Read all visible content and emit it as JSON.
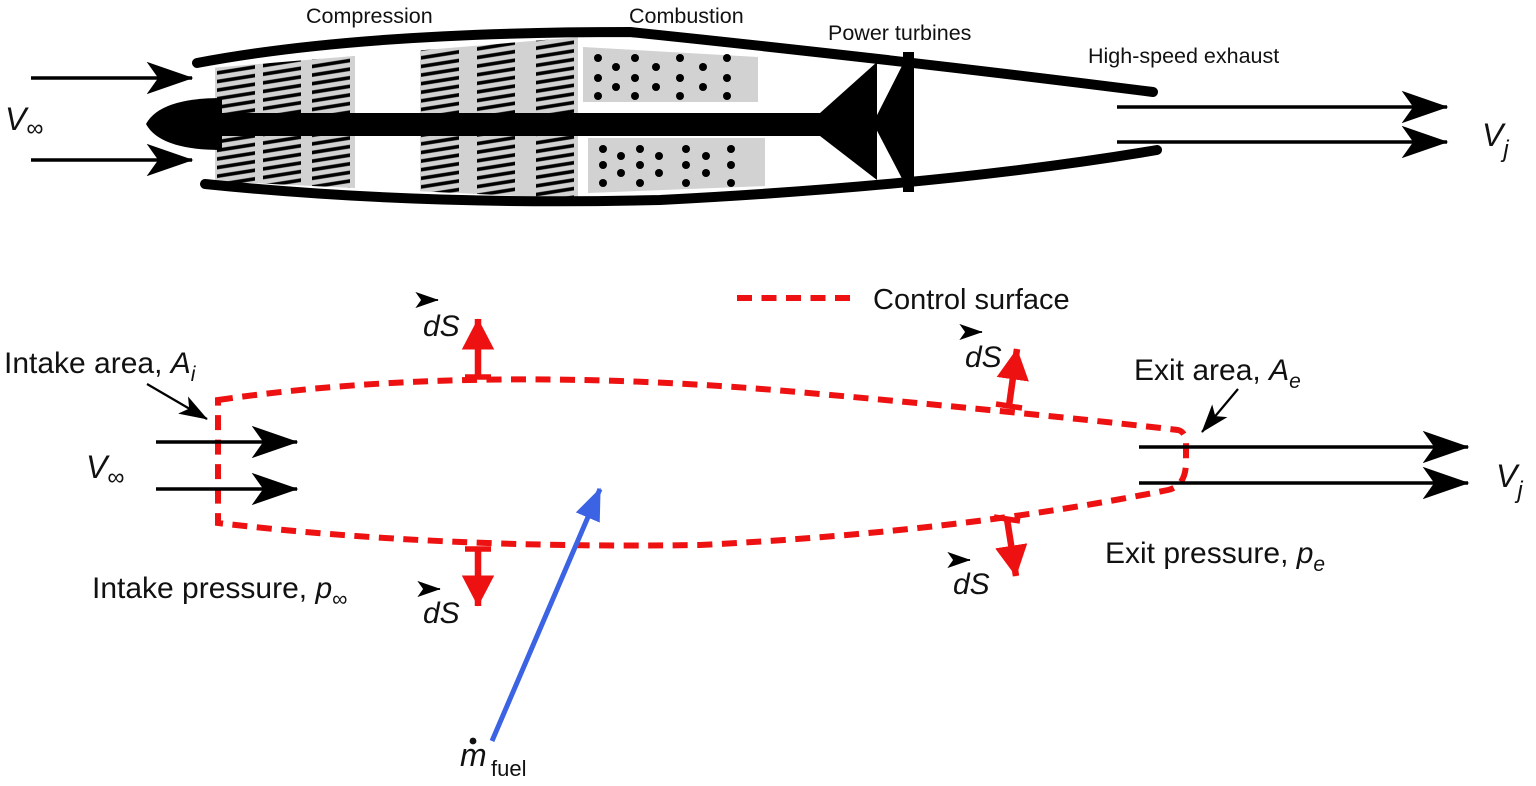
{
  "engine": {
    "labels": {
      "compression": "Compression",
      "combustion": "Combustion",
      "power_turbines": "Power turbines",
      "high_speed_exhaust": "High-speed exhaust"
    },
    "v_infinity": {
      "base": "V",
      "sub": "∞"
    },
    "v_jet": {
      "base": "V",
      "sub": "j"
    }
  },
  "control_volume": {
    "legend": {
      "label": "Control surface"
    },
    "ds_label": {
      "base": "dS"
    },
    "intake_area": {
      "text": "Intake area, ",
      "var": "A",
      "sub": "i"
    },
    "exit_area": {
      "text": "Exit area, ",
      "var": "A",
      "sub": "e"
    },
    "intake_pressure": {
      "text": "Intake pressure, ",
      "var": "p",
      "sub": "∞"
    },
    "exit_pressure": {
      "text": "Exit pressure, ",
      "var": "p",
      "sub": "e"
    },
    "v_infinity": {
      "base": "V",
      "sub": "∞"
    },
    "v_jet": {
      "base": "V",
      "sub": "j"
    },
    "fuel": {
      "var": "m",
      "sub": "fuel"
    }
  },
  "colors": {
    "red": "#ee1111",
    "blue": "#3b63e3",
    "gray": "#d2d2d2"
  }
}
